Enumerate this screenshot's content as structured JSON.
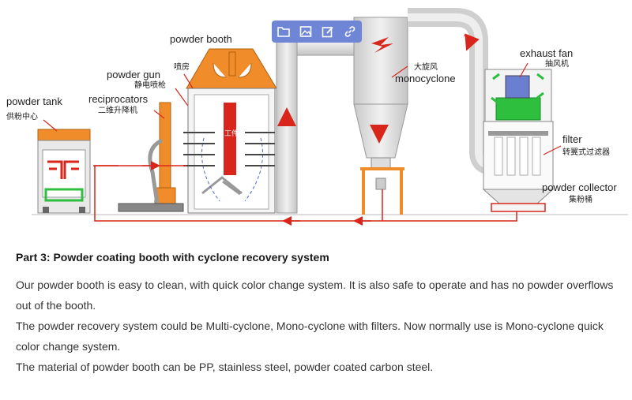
{
  "toolbar": {
    "icons": [
      "folder-icon",
      "image-icon",
      "edit-icon",
      "link-icon"
    ],
    "accent": "#6f86d6"
  },
  "diagram": {
    "labels": {
      "powder_tank": "powder tank",
      "powder_tank_cn": "供粉中心",
      "powder_booth": "powder booth",
      "powder_booth_cn": "喷房",
      "powder_gun": "powder gun",
      "powder_gun_cn": "静电喷枪",
      "reciprocators": "reciprocators",
      "reciprocators_cn": "二维升降机",
      "monocyclone_cn": "大旋风",
      "monocyclone": "monocyclone",
      "exhaust_fan": "exhaust fan",
      "exhaust_fan_cn": "抽风机",
      "filter": "filter",
      "filter_cn": "转翼式过滤器",
      "powder_collector": "powder collector",
      "powder_collector_cn": "集粉桶",
      "workpiece": "工件"
    },
    "colors": {
      "orange": "#f08c2a",
      "red": "#d9261c",
      "green": "#2fbf3f",
      "gray": "#d9d9d9",
      "outline": "#666666"
    }
  },
  "content": {
    "title": "Part 3: Powder coating booth with cyclone recovery system",
    "paragraphs": [
      "Our powder booth is easy to clean, with quick color change system. It is also safe to operate and has no powder overflows out of the booth.",
      "The powder recovery system could be Multi-cyclone, Mono-cyclone with filters.  Now normally use is Mono-cyclone quick color change system.",
      "The material of powder booth can be PP, stainless steel, powder coated carbon steel."
    ]
  }
}
